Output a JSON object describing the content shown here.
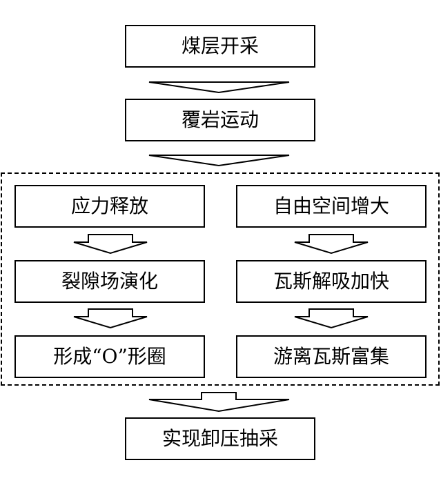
{
  "diagram": {
    "top_boxes": {
      "coal_mining": "煤层开采",
      "overburden_movement": "覆岩运动"
    },
    "left_column": {
      "stress_release": "应力释放",
      "fracture_field_evolution": "裂隙场演化",
      "o_ring_formation": "形成“O”形圈"
    },
    "right_column": {
      "free_space_increase": "自由空间增大",
      "gas_desorption_accelerates": "瓦斯解吸加快",
      "free_gas_enrichment": "游离瓦斯富集"
    },
    "bottom_box": {
      "pressure_relief_extraction": "实现卸压抽采"
    }
  }
}
